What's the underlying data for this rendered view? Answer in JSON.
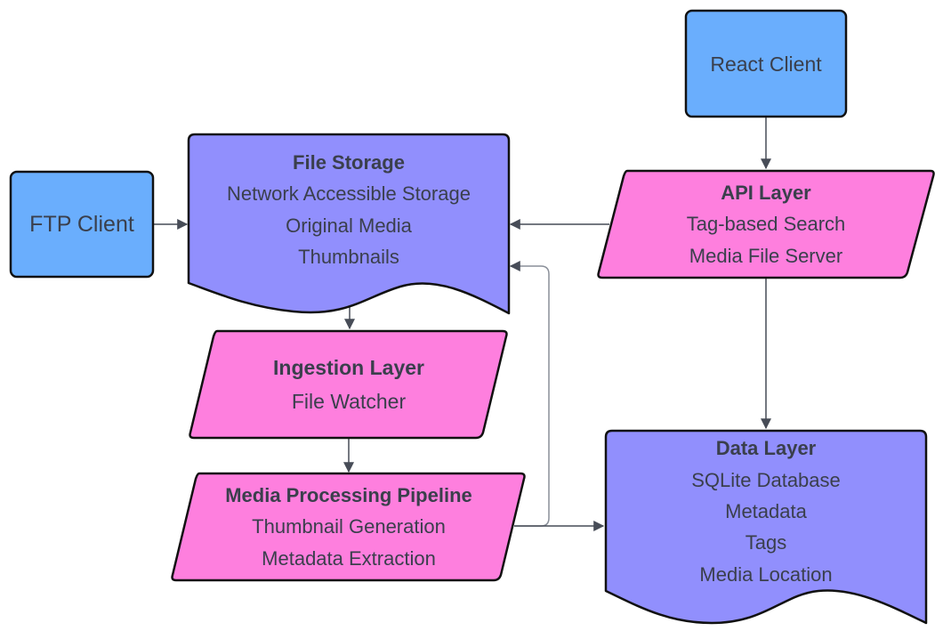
{
  "diagram": {
    "colors": {
      "client": "#6aaefd",
      "storage": "#918ffd",
      "layer": "#fe7fde",
      "text": "#3a3f4c",
      "edge": "#474c57"
    },
    "nodes": {
      "ftp_client": {
        "lines": [
          "FTP Client"
        ]
      },
      "react_client": {
        "lines": [
          "React Client"
        ]
      },
      "file_storage": {
        "title": "File Storage",
        "lines": [
          "Network Accessible Storage",
          "Original Media",
          "Thumbnails"
        ]
      },
      "api_layer": {
        "title": "API Layer",
        "lines": [
          "Tag-based Search",
          "Media File Server"
        ]
      },
      "ingestion_layer": {
        "title": "Ingestion Layer",
        "lines": [
          "File Watcher"
        ]
      },
      "media_pipeline": {
        "title": "Media Processing Pipeline",
        "lines": [
          "Thumbnail Generation",
          "Metadata Extraction"
        ]
      },
      "data_layer": {
        "title": "Data Layer",
        "lines": [
          "SQLite Database",
          "Metadata",
          "Tags",
          "Media Location"
        ]
      }
    },
    "edges": [
      {
        "from": "ftp_client",
        "to": "file_storage"
      },
      {
        "from": "react_client",
        "to": "api_layer"
      },
      {
        "from": "api_layer",
        "to": "file_storage"
      },
      {
        "from": "api_layer",
        "to": "data_layer"
      },
      {
        "from": "file_storage",
        "to": "ingestion_layer"
      },
      {
        "from": "ingestion_layer",
        "to": "media_pipeline"
      },
      {
        "from": "media_pipeline",
        "to": "file_storage"
      },
      {
        "from": "media_pipeline",
        "to": "data_layer"
      }
    ]
  }
}
